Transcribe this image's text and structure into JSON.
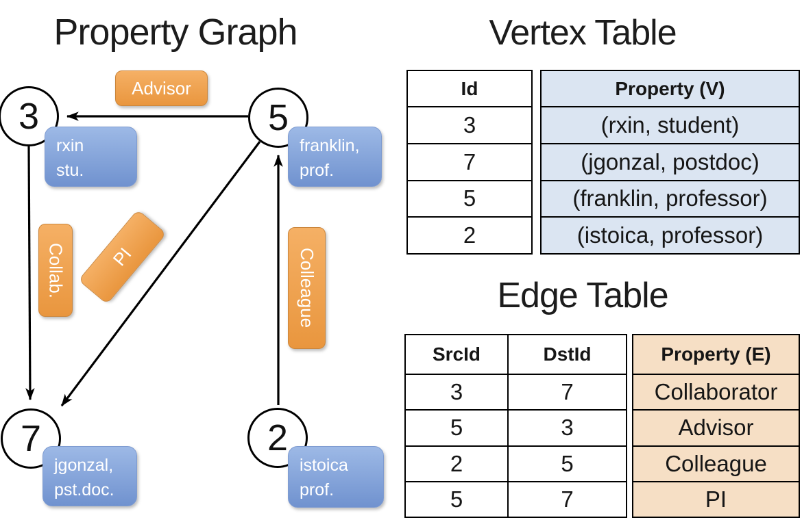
{
  "left_panel": {
    "title": "Property Graph",
    "nodes": {
      "n3": {
        "id": "3",
        "line1": "rxin",
        "line2": "stu."
      },
      "n5": {
        "id": "5",
        "line1": "franklin,",
        "line2": "prof."
      },
      "n7": {
        "id": "7",
        "line1": "jgonzal,",
        "line2": "pst.doc."
      },
      "n2": {
        "id": "2",
        "line1": "istoica",
        "line2": "prof."
      }
    },
    "edge_labels": {
      "advisor": "Advisor",
      "collab": "Collab.",
      "pi": "PI",
      "colleague": "Colleague"
    }
  },
  "vertex_table": {
    "title": "Vertex Table",
    "headers": {
      "id": "Id",
      "property": "Property (V)"
    },
    "rows": [
      {
        "id": "3",
        "property": "(rxin, student)"
      },
      {
        "id": "7",
        "property": "(jgonzal, postdoc)"
      },
      {
        "id": "5",
        "property": "(franklin, professor)"
      },
      {
        "id": "2",
        "property": "(istoica, professor)"
      }
    ]
  },
  "edge_table": {
    "title": "Edge Table",
    "headers": {
      "src": "SrcId",
      "dst": "DstId",
      "property": "Property (E)"
    },
    "rows": [
      {
        "src": "3",
        "dst": "7",
        "property": "Collaborator"
      },
      {
        "src": "5",
        "dst": "3",
        "property": "Advisor"
      },
      {
        "src": "2",
        "dst": "5",
        "property": "Colleague"
      },
      {
        "src": "5",
        "dst": "7",
        "property": "PI"
      }
    ]
  },
  "colors": {
    "edge_label_orange": "#efa552",
    "vertex_label_blue": "#86a8db",
    "vertex_column_blue": "#dbe5f2",
    "edge_column_tan": "#f6dfc5",
    "line_black": "#000000"
  }
}
